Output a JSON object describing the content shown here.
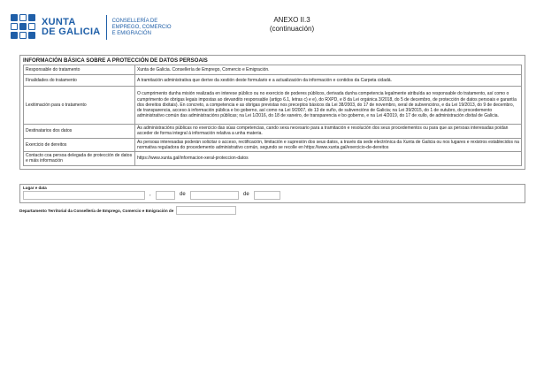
{
  "header": {
    "logo_line1": "XUNTA",
    "logo_line2": "DE GALICIA",
    "dept_line1": "CONSELLERÍA DE",
    "dept_line2": "EMPREGO, COMERCIO",
    "dept_line3": "E EMIGRACIÓN",
    "annex_title": "ANEXO II.3",
    "annex_subtitle": "(continuación)"
  },
  "section": {
    "title": "INFORMACIÓN BÁSICA SOBRE A PROTECCIÓN DE DATOS PERSOAIS",
    "rows": [
      {
        "label": "Responsable do tratamento",
        "value": "Xunta de Galicia. Consellería de Emprego, Comercio e Emigración."
      },
      {
        "label": "Finalidades do tratamento",
        "value": "A tramitación administrativa que derive da xestión deste formulario e a actualización da información e contidos da Carpeta cidadá."
      },
      {
        "label": "Lexitimación para o tratamento",
        "value": "O cumprimento dunha misión realizada en interese público ou no exercicio de poderes públicos, derivada dunha competencia legalmente atribuída ao responsable do tratamento, así como o cumprimento de obrigas legais impostas ao devandito responsable (artigo 6.1, letras c) e e), do RXPD, e 8 da Lei orgánica 3/2018, do 5 de decembro, de protección de datos persoais e garantía dos dereitos dixitais). En concreto, a competencia e as obrigas previstas nos preceptos básicos da Lei 38/2003, do 17 de novembro, xeral de subvencións, e da Lei 19/2013, do 9 de decembro, de transparencia, acceso á información pública e bo goberno, así como na Lei 9/2007, do 13 de xuño, de subvencións de Galicia; na Lei 39/2015, do 1 de outubro, do procedemento administrativo común das administracións públicas; na Lei 1/2016, do 18 de xaneiro, de transparencia e bo goberno, e na Lei 4/2019, do 17 de xullo, de administración dixital de Galicia."
      },
      {
        "label": "Destinatarios dos datos",
        "value": "As administracións públicas no exercicio das súas competencias, cando sexa necesario para a tramitación e resolución dos seus procedementos ou para que as persoas interesadas poidan acceder de forma integral á información relativa a unha materia."
      },
      {
        "label": "Exercicio de dereitos",
        "value": "As persoas interesadas poderán solicitar o acceso, rectificación, limitación e supresión dos seus datos, a través da sede electrónica da Xunta de Galicia ou nos lugares e rexistros establecidos na normativa reguladora do procedemento administrativo común, segundo se recolle en https://www.xunta.gal/exercicio-de-dereitos"
      },
      {
        "label": "Contacto coa persoa delegada de protección de datos e máis información",
        "value": "https://www.xunta.gal/informacion-xeral-proteccion-datos"
      }
    ]
  },
  "place_date": {
    "label": "Lugar e data",
    "place_value": "",
    "day_value": "",
    "month_value": "",
    "year_value": "",
    "sep_comma": ",",
    "sep_de1": "de",
    "sep_de2": "de"
  },
  "footer": {
    "department_label": "Departamento Territorial da Consellería de Emprego, Comercio e Emigración de",
    "department_value": ""
  },
  "colors": {
    "brand_blue": "#1f5fa8",
    "border_grey": "#9a9a9a"
  }
}
